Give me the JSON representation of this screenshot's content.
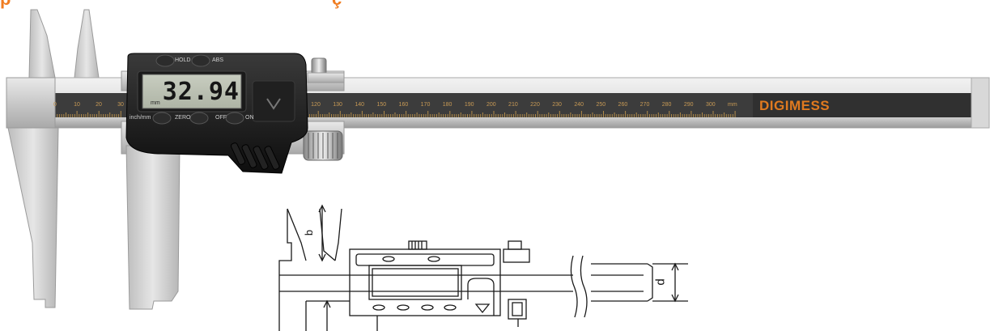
{
  "caption": {
    "fragment_left": "p",
    "fragment_right": "ç",
    "color": "#f07d22"
  },
  "caliper": {
    "brand": "DIGIMESS",
    "brand_color": "#e07a1f",
    "display_value": "32.94",
    "display_unit": "mm",
    "buttons": {
      "hold": "HOLD",
      "abs": "ABS",
      "inch_mm": "inch/mm",
      "zero": "ZERO",
      "off": "OFF",
      "on": "ON"
    },
    "scale_unit": "mm",
    "scale_left": [
      "0",
      "10",
      "20",
      "30"
    ],
    "scale_right": [
      "120",
      "130",
      "140",
      "150",
      "160",
      "170",
      "180",
      "190",
      "200",
      "210",
      "220",
      "230",
      "240",
      "250",
      "260",
      "270",
      "280",
      "290",
      "300"
    ]
  },
  "diagram": {
    "label_b": "b",
    "label_d": "d"
  }
}
